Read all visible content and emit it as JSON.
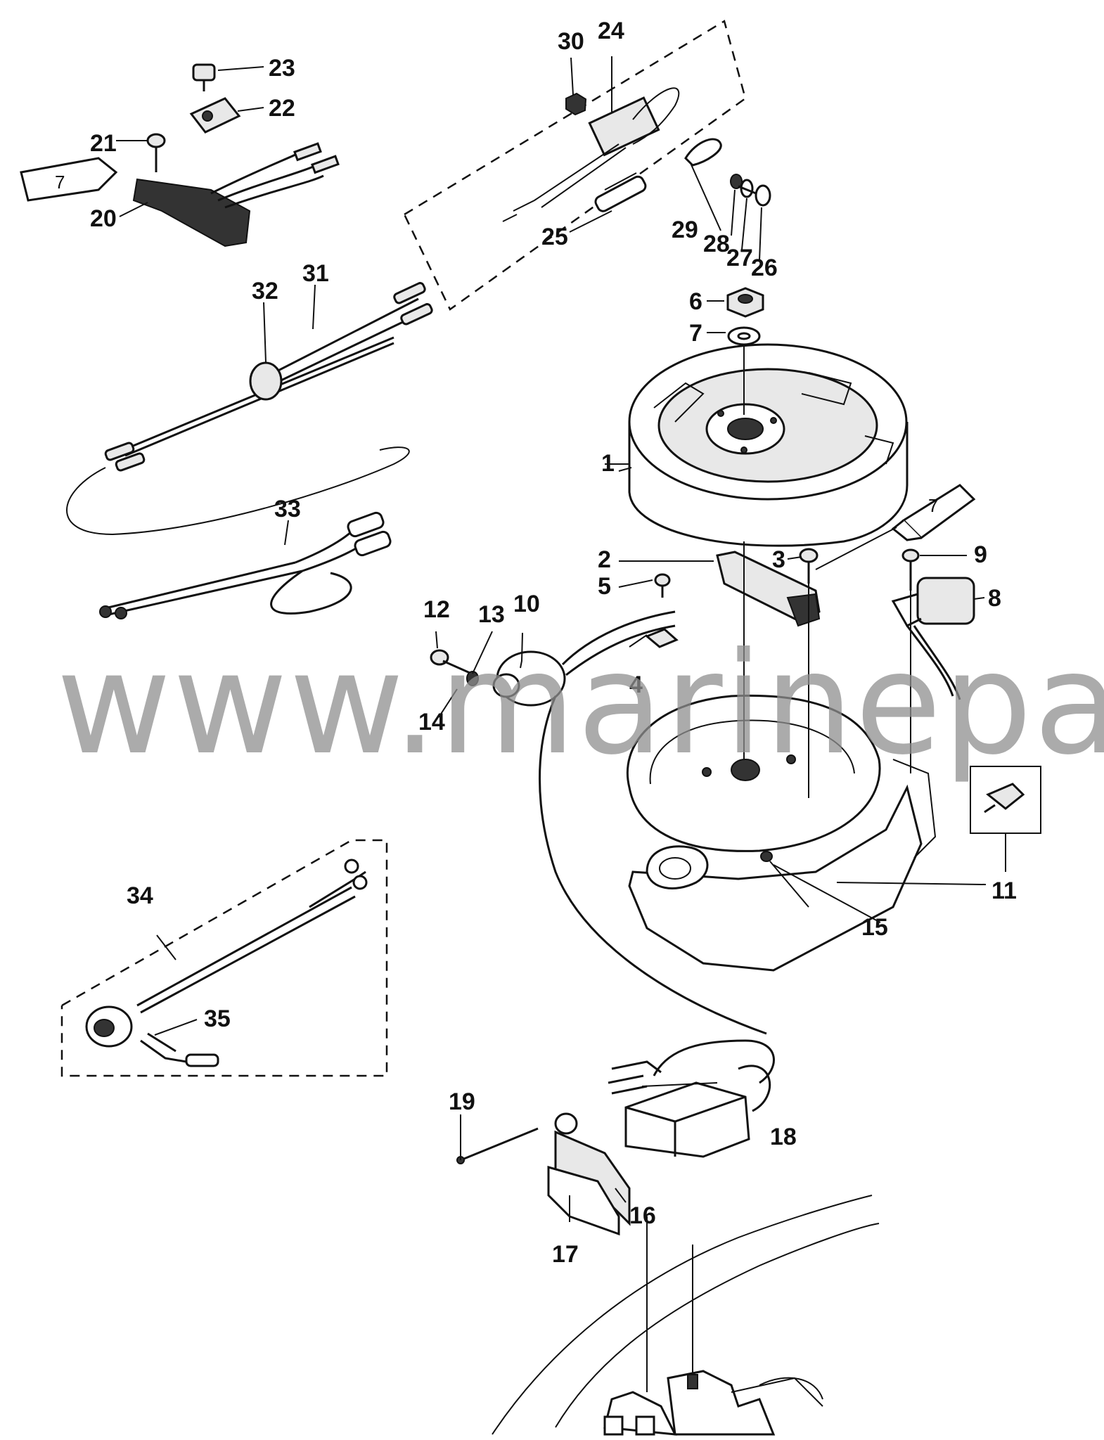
{
  "diagram": {
    "watermark": "www.marineparts.eu",
    "sealant_tube_label": "7",
    "callouts": [
      "1",
      "2",
      "3",
      "4",
      "5",
      "6",
      "7",
      "8",
      "9",
      "10",
      "11",
      "12",
      "13",
      "14",
      "15",
      "16",
      "17",
      "18",
      "19",
      "20",
      "21",
      "22",
      "23",
      "24",
      "25",
      "26",
      "27",
      "28",
      "29",
      "30",
      "31",
      "32",
      "33",
      "34",
      "35",
      "7"
    ]
  }
}
